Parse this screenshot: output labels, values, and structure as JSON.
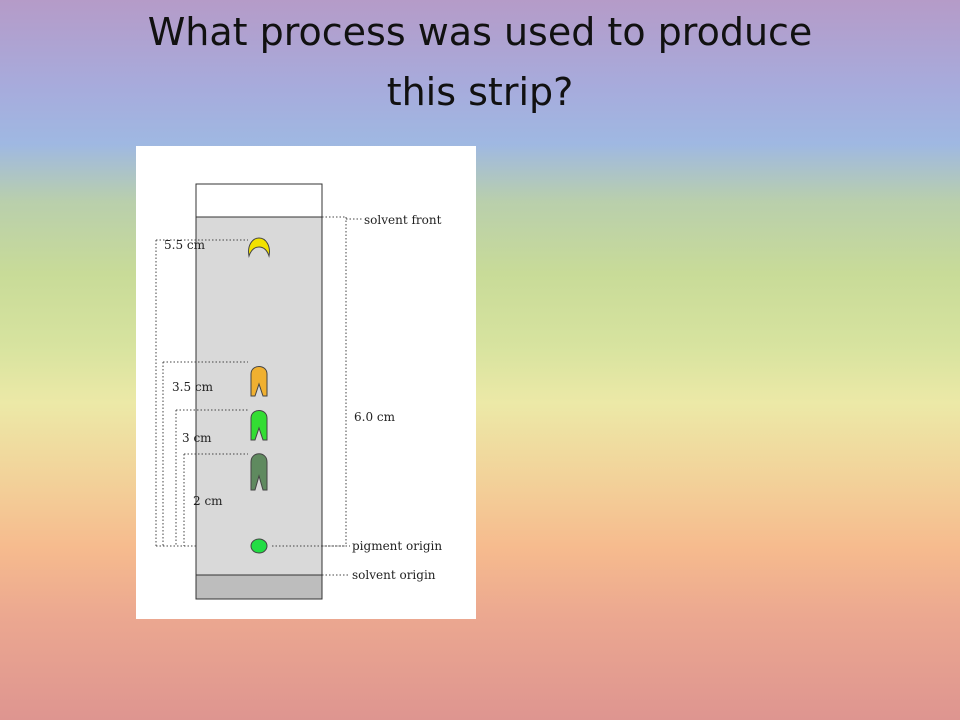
{
  "slide": {
    "title_line1": "What process was used to produce",
    "title_line2": "this strip?"
  },
  "diagram": {
    "labels": {
      "solvent_front": "solvent front",
      "pigment_origin": "pigment origin",
      "solvent_origin": "solvent origin",
      "total_distance": "6.0 cm"
    },
    "pigments": [
      {
        "distance": "5.5 cm",
        "color": "#f2e200"
      },
      {
        "distance": "3.5 cm",
        "color": "#f0b030"
      },
      {
        "distance": "3 cm",
        "color": "#33dd33"
      },
      {
        "distance": "2 cm",
        "color": "#5f8a5f"
      }
    ],
    "origin_spot_color": "#22dd44",
    "strip_color": "#d9d9d9",
    "solvent_color": "#bdbdbd"
  }
}
